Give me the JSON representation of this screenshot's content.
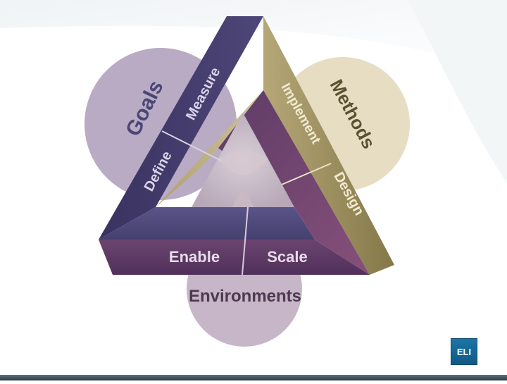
{
  "diagram": {
    "circles": {
      "goals": "Goals",
      "methods": "Methods",
      "environments": "Environments"
    },
    "segments": {
      "measure": "Measure",
      "define": "Define",
      "implement": "Implement",
      "design": "Design",
      "enable": "Enable",
      "scale": "Scale"
    }
  },
  "logo": {
    "text": "ELI"
  },
  "colors": {
    "goals_circle": "#b7a9c3",
    "methods_circle": "#e6dcc2",
    "environments_circle": "#c4b4c6",
    "left_band": "#3f3766",
    "right_band": "#9a8c5a",
    "bottom_band": "#5a3a62",
    "inner_triangle": "#73456d"
  }
}
